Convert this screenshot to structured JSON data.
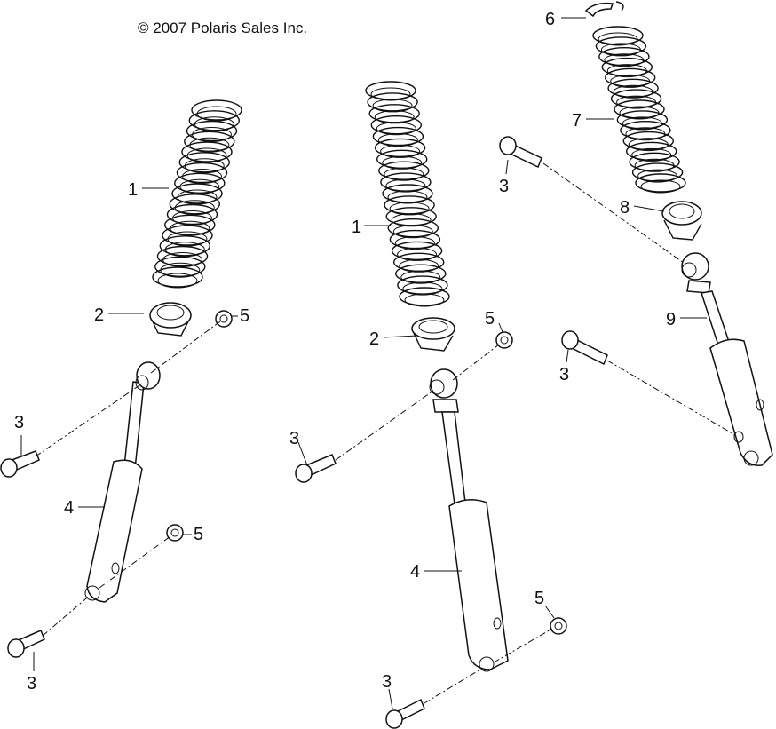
{
  "copyright": "© 2007 Polaris Sales Inc.",
  "callouts": {
    "c1a": "1",
    "c2a": "2",
    "c5a": "5",
    "c3a": "3",
    "c4a": "4",
    "c5b": "5",
    "c3b": "3",
    "c1b": "1",
    "c2b": "2",
    "c5c": "5",
    "c3c": "3",
    "c4b": "4",
    "c5d": "5",
    "c3d": "3",
    "c6": "6",
    "c7": "7",
    "c3e": "3",
    "c8": "8",
    "c9": "9",
    "c3f": "3"
  }
}
